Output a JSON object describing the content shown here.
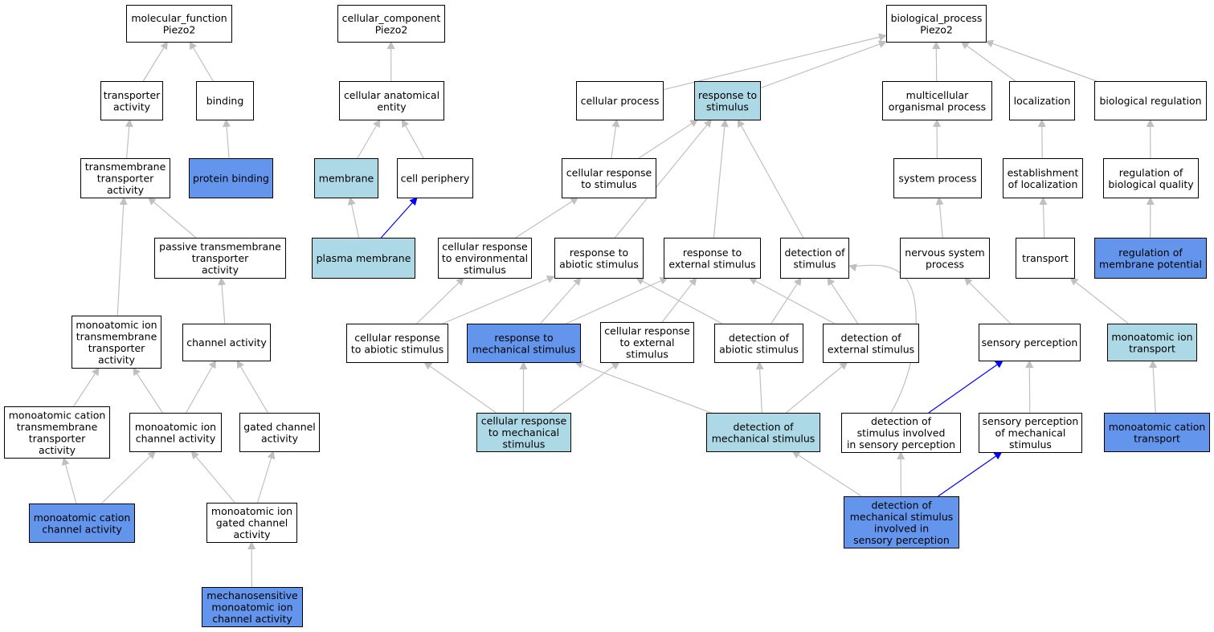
{
  "colors": {
    "white": "#ffffff",
    "light": "#add8e6",
    "dark": "#6495ed",
    "edge_gray": "#c0c0c0",
    "edge_blue": "#0000ff"
  },
  "nodes": [
    {
      "id": "mf",
      "lines": [
        "molecular_function",
        "Piezo2"
      ],
      "style": "white"
    },
    {
      "id": "cc",
      "lines": [
        "cellular_component",
        "Piezo2"
      ],
      "style": "white"
    },
    {
      "id": "bp",
      "lines": [
        "biological_process",
        "Piezo2"
      ],
      "style": "white"
    },
    {
      "id": "transporter_activity",
      "lines": [
        "transporter",
        "activity"
      ],
      "style": "white"
    },
    {
      "id": "binding",
      "lines": [
        "binding"
      ],
      "style": "white"
    },
    {
      "id": "cae",
      "lines": [
        "cellular anatomical",
        "entity"
      ],
      "style": "white"
    },
    {
      "id": "cellular_process",
      "lines": [
        "cellular process"
      ],
      "style": "white"
    },
    {
      "id": "response_to_stimulus",
      "lines": [
        "response to",
        "stimulus"
      ],
      "style": "light"
    },
    {
      "id": "multicellular",
      "lines": [
        "multicellular",
        "organismal process"
      ],
      "style": "white"
    },
    {
      "id": "localization",
      "lines": [
        "localization"
      ],
      "style": "white"
    },
    {
      "id": "bio_reg",
      "lines": [
        "biological regulation"
      ],
      "style": "white"
    },
    {
      "id": "tmt_activity",
      "lines": [
        "transmembrane",
        "transporter",
        "activity"
      ],
      "style": "white"
    },
    {
      "id": "protein_binding",
      "lines": [
        "protein binding"
      ],
      "style": "dark"
    },
    {
      "id": "membrane",
      "lines": [
        "membrane"
      ],
      "style": "light"
    },
    {
      "id": "cell_periphery",
      "lines": [
        "cell periphery"
      ],
      "style": "white"
    },
    {
      "id": "cell_resp_stim",
      "lines": [
        "cellular response",
        "to stimulus"
      ],
      "style": "white"
    },
    {
      "id": "system_process",
      "lines": [
        "system process"
      ],
      "style": "white"
    },
    {
      "id": "est_loc",
      "lines": [
        "establishment",
        "of localization"
      ],
      "style": "white"
    },
    {
      "id": "reg_bio_quality",
      "lines": [
        "regulation of",
        "biological quality"
      ],
      "style": "white"
    },
    {
      "id": "passive_tmt",
      "lines": [
        "passive transmembrane",
        "transporter",
        "activity"
      ],
      "style": "white"
    },
    {
      "id": "plasma_membrane",
      "lines": [
        "plasma membrane"
      ],
      "style": "light"
    },
    {
      "id": "cell_resp_env",
      "lines": [
        "cellular response",
        "to environmental",
        "stimulus"
      ],
      "style": "white"
    },
    {
      "id": "resp_abiotic",
      "lines": [
        "response to",
        "abiotic stimulus"
      ],
      "style": "white"
    },
    {
      "id": "resp_external",
      "lines": [
        "response to",
        "external stimulus"
      ],
      "style": "white"
    },
    {
      "id": "detection_stim",
      "lines": [
        "detection of",
        "stimulus"
      ],
      "style": "white"
    },
    {
      "id": "nervous",
      "lines": [
        "nervous system",
        "process"
      ],
      "style": "white"
    },
    {
      "id": "transport",
      "lines": [
        "transport"
      ],
      "style": "white"
    },
    {
      "id": "reg_membrane_pot",
      "lines": [
        "regulation of",
        "membrane potential"
      ],
      "style": "dark"
    },
    {
      "id": "mono_ion_tmt",
      "lines": [
        "monoatomic ion",
        "transmembrane",
        "transporter",
        "activity"
      ],
      "style": "white"
    },
    {
      "id": "channel_activity",
      "lines": [
        "channel activity"
      ],
      "style": "white"
    },
    {
      "id": "cell_resp_abiotic",
      "lines": [
        "cellular response",
        "to abiotic stimulus"
      ],
      "style": "white"
    },
    {
      "id": "resp_mech",
      "lines": [
        "response to",
        "mechanical stimulus"
      ],
      "style": "dark"
    },
    {
      "id": "cell_resp_ext",
      "lines": [
        "cellular response",
        "to external",
        "stimulus"
      ],
      "style": "white"
    },
    {
      "id": "det_abiotic",
      "lines": [
        "detection of",
        "abiotic stimulus"
      ],
      "style": "white"
    },
    {
      "id": "det_external",
      "lines": [
        "detection of",
        "external stimulus"
      ],
      "style": "white"
    },
    {
      "id": "sensory_perception",
      "lines": [
        "sensory perception"
      ],
      "style": "white"
    },
    {
      "id": "mono_ion_transport",
      "lines": [
        "monoatomic ion",
        "transport"
      ],
      "style": "light"
    },
    {
      "id": "mono_cation_tmt",
      "lines": [
        "monoatomic cation",
        "transmembrane",
        "transporter",
        "activity"
      ],
      "style": "white"
    },
    {
      "id": "mono_ion_channel",
      "lines": [
        "monoatomic ion",
        "channel activity"
      ],
      "style": "white"
    },
    {
      "id": "gated_channel",
      "lines": [
        "gated channel",
        "activity"
      ],
      "style": "white"
    },
    {
      "id": "cell_resp_mech",
      "lines": [
        "cellular response",
        "to mechanical",
        "stimulus"
      ],
      "style": "light"
    },
    {
      "id": "det_mech",
      "lines": [
        "detection of",
        "mechanical stimulus"
      ],
      "style": "light"
    },
    {
      "id": "det_stim_sensory",
      "lines": [
        "detection of",
        "stimulus involved",
        "in sensory perception"
      ],
      "style": "white"
    },
    {
      "id": "sens_perc_mech",
      "lines": [
        "sensory perception",
        "of mechanical",
        "stimulus"
      ],
      "style": "white"
    },
    {
      "id": "mono_cation_transport",
      "lines": [
        "monoatomic cation",
        "transport"
      ],
      "style": "dark"
    },
    {
      "id": "mono_cation_channel",
      "lines": [
        "monoatomic cation",
        "channel activity"
      ],
      "style": "dark"
    },
    {
      "id": "mono_ion_gated",
      "lines": [
        "monoatomic ion",
        "gated channel",
        "activity"
      ],
      "style": "white"
    },
    {
      "id": "det_mech_sensory",
      "lines": [
        "detection of",
        "mechanical stimulus",
        "involved in",
        "sensory perception"
      ],
      "style": "dark"
    },
    {
      "id": "mechanosensitive",
      "lines": [
        "mechanosensitive",
        "monoatomic ion",
        "channel activity"
      ],
      "style": "dark"
    }
  ],
  "edges": [
    {
      "from": "transporter_activity",
      "to": "mf",
      "color": "gray"
    },
    {
      "from": "binding",
      "to": "mf",
      "color": "gray"
    },
    {
      "from": "tmt_activity",
      "to": "transporter_activity",
      "color": "gray"
    },
    {
      "from": "protein_binding",
      "to": "binding",
      "color": "gray"
    },
    {
      "from": "passive_tmt",
      "to": "tmt_activity",
      "color": "gray"
    },
    {
      "from": "mono_ion_tmt",
      "to": "tmt_activity",
      "color": "gray"
    },
    {
      "from": "channel_activity",
      "to": "passive_tmt",
      "color": "gray"
    },
    {
      "from": "mono_cation_tmt",
      "to": "mono_ion_tmt",
      "color": "gray"
    },
    {
      "from": "mono_ion_channel",
      "to": "mono_ion_tmt",
      "color": "gray"
    },
    {
      "from": "mono_ion_channel",
      "to": "channel_activity",
      "color": "gray"
    },
    {
      "from": "gated_channel",
      "to": "channel_activity",
      "color": "gray"
    },
    {
      "from": "mono_cation_channel",
      "to": "mono_cation_tmt",
      "color": "gray"
    },
    {
      "from": "mono_cation_channel",
      "to": "mono_ion_channel",
      "color": "gray"
    },
    {
      "from": "mono_ion_gated",
      "to": "mono_ion_channel",
      "color": "gray"
    },
    {
      "from": "mono_ion_gated",
      "to": "gated_channel",
      "color": "gray"
    },
    {
      "from": "mechanosensitive",
      "to": "mono_ion_gated",
      "color": "gray"
    },
    {
      "from": "cae",
      "to": "cc",
      "color": "gray"
    },
    {
      "from": "membrane",
      "to": "cae",
      "color": "gray"
    },
    {
      "from": "cell_periphery",
      "to": "cae",
      "color": "gray"
    },
    {
      "from": "plasma_membrane",
      "to": "membrane",
      "color": "gray"
    },
    {
      "from": "plasma_membrane",
      "to": "cell_periphery",
      "color": "blue"
    },
    {
      "from": "cellular_process",
      "to": "bp",
      "color": "gray"
    },
    {
      "from": "response_to_stimulus",
      "to": "bp",
      "color": "gray"
    },
    {
      "from": "multicellular",
      "to": "bp",
      "color": "gray"
    },
    {
      "from": "localization",
      "to": "bp",
      "color": "gray"
    },
    {
      "from": "bio_reg",
      "to": "bp",
      "color": "gray"
    },
    {
      "from": "cell_resp_stim",
      "to": "cellular_process",
      "color": "gray"
    },
    {
      "from": "cell_resp_stim",
      "to": "response_to_stimulus",
      "color": "gray"
    },
    {
      "from": "resp_abiotic",
      "to": "response_to_stimulus",
      "color": "gray"
    },
    {
      "from": "resp_external",
      "to": "response_to_stimulus",
      "color": "gray"
    },
    {
      "from": "detection_stim",
      "to": "response_to_stimulus",
      "color": "gray"
    },
    {
      "from": "system_process",
      "to": "multicellular",
      "color": "gray"
    },
    {
      "from": "est_loc",
      "to": "localization",
      "color": "gray"
    },
    {
      "from": "reg_bio_quality",
      "to": "bio_reg",
      "color": "gray"
    },
    {
      "from": "cell_resp_env",
      "to": "cell_resp_stim",
      "color": "gray"
    },
    {
      "from": "nervous",
      "to": "system_process",
      "color": "gray"
    },
    {
      "from": "transport",
      "to": "est_loc",
      "color": "gray"
    },
    {
      "from": "reg_membrane_pot",
      "to": "reg_bio_quality",
      "color": "gray"
    },
    {
      "from": "cell_resp_abiotic",
      "to": "cell_resp_env",
      "color": "gray"
    },
    {
      "from": "cell_resp_abiotic",
      "to": "resp_abiotic",
      "color": "gray"
    },
    {
      "from": "resp_mech",
      "to": "resp_abiotic",
      "color": "gray"
    },
    {
      "from": "resp_mech",
      "to": "resp_external",
      "color": "gray"
    },
    {
      "from": "cell_resp_ext",
      "to": "resp_external",
      "color": "gray"
    },
    {
      "from": "det_abiotic",
      "to": "resp_abiotic",
      "color": "gray"
    },
    {
      "from": "det_abiotic",
      "to": "detection_stim",
      "color": "gray"
    },
    {
      "from": "det_external",
      "to": "resp_external",
      "color": "gray"
    },
    {
      "from": "det_external",
      "to": "detection_stim",
      "color": "gray"
    },
    {
      "from": "sensory_perception",
      "to": "nervous",
      "color": "gray"
    },
    {
      "from": "mono_ion_transport",
      "to": "transport",
      "color": "gray"
    },
    {
      "from": "cell_resp_mech",
      "to": "cell_resp_abiotic",
      "color": "gray"
    },
    {
      "from": "cell_resp_mech",
      "to": "resp_mech",
      "color": "gray"
    },
    {
      "from": "cell_resp_mech",
      "to": "cell_resp_ext",
      "color": "gray"
    },
    {
      "from": "det_mech",
      "to": "resp_mech",
      "color": "gray"
    },
    {
      "from": "det_mech",
      "to": "det_abiotic",
      "color": "gray"
    },
    {
      "from": "det_mech",
      "to": "det_external",
      "color": "gray"
    },
    {
      "from": "det_stim_sensory",
      "to": "detection_stim",
      "color": "gray",
      "curve": true
    },
    {
      "from": "det_stim_sensory",
      "to": "sensory_perception",
      "color": "blue"
    },
    {
      "from": "sens_perc_mech",
      "to": "sensory_perception",
      "color": "gray"
    },
    {
      "from": "mono_cation_transport",
      "to": "mono_ion_transport",
      "color": "gray"
    },
    {
      "from": "det_mech_sensory",
      "to": "det_mech",
      "color": "gray"
    },
    {
      "from": "det_mech_sensory",
      "to": "det_stim_sensory",
      "color": "gray"
    },
    {
      "from": "det_mech_sensory",
      "to": "sens_perc_mech",
      "color": "blue"
    }
  ]
}
